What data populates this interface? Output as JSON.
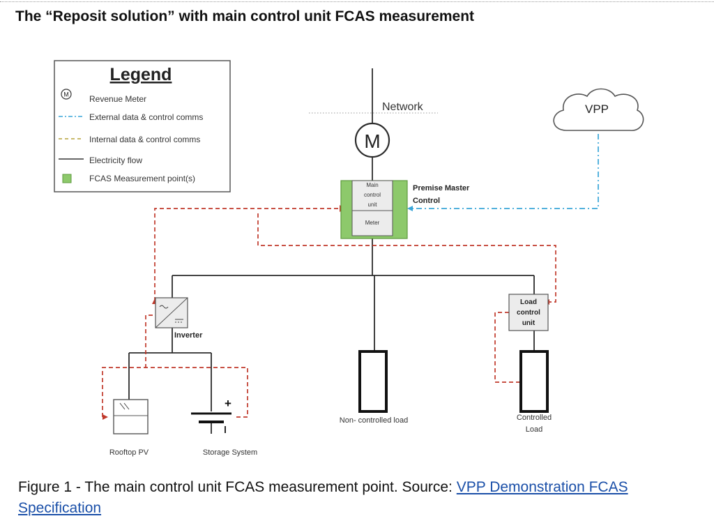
{
  "document": {
    "title": "The “Reposit solution” with main control unit FCAS measurement",
    "caption": {
      "prefix": "Figure 1 - The main control unit FCAS measurement point. Source: ",
      "link_text": "VPP Demonstration FCAS Specification"
    }
  },
  "legend": {
    "title": "Legend",
    "items": [
      {
        "symbol": "M",
        "label": "Revenue Meter"
      },
      {
        "label": "External data & control comms"
      },
      {
        "label": "Internal data & control comms"
      },
      {
        "label": "Electricity flow"
      },
      {
        "label": "FCAS Measurement point(s)"
      }
    ]
  },
  "nodes": {
    "network": "Network",
    "meter_symbol": "M",
    "vpp": "VPP",
    "master": {
      "unit_line1": "Main",
      "unit_line2": "control",
      "unit_line3": "unit",
      "meter": "Meter",
      "label_line1": "Premise Master",
      "label_line2": "Control"
    },
    "inverter": "Inverter",
    "load_control": {
      "line1": "Load",
      "line2": "control",
      "line3": "unit"
    },
    "non_controlled_load": "Non- controlled load",
    "controlled_load": {
      "line1": "Controlled",
      "line2": "Load"
    },
    "rooftop_pv": "Rooftop PV",
    "storage": "Storage System",
    "plus_sign": "+"
  },
  "colors": {
    "electricity": "#2b2b2b",
    "internal_comms": "#c0392b",
    "external_comms": "#3aa6d8",
    "fcas_fill": "#8dc96b",
    "fcas_border": "#5e9a3e",
    "box_fill": "#ececec",
    "link": "#1a4fa8"
  }
}
